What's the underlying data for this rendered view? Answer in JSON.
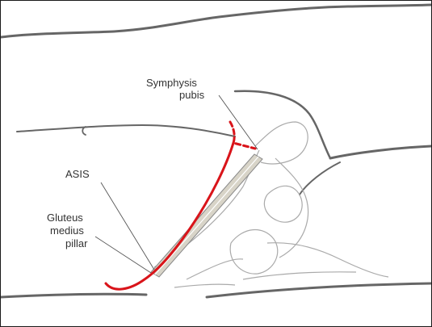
{
  "labels": {
    "symphysis_line1": "Symphysis",
    "symphysis_line2": "pubis",
    "asis": "ASIS",
    "gluteus_line1": "Gluteus",
    "gluteus_line2": "medius",
    "gluteus_line3": "pillar"
  },
  "colors": {
    "incision": "#d9141a",
    "body_outline": "#666666",
    "bone_outline": "#aaaaaa",
    "leader": "#555555",
    "text": "#333333"
  }
}
